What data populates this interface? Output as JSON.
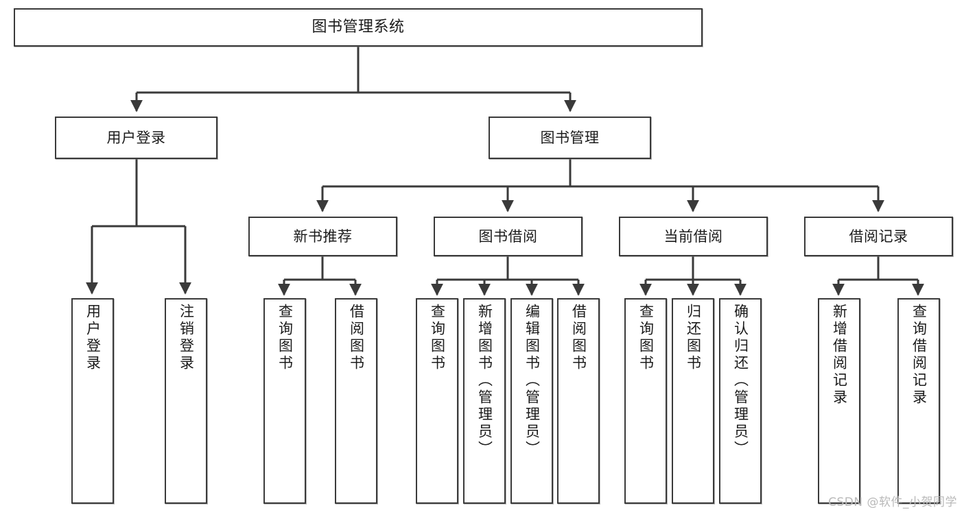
{
  "diagram": {
    "title": "图书管理系统",
    "watermark": "CSDN @软件_小贺同学",
    "line_color": "#3a3a3a",
    "box_fill": "#ffffff",
    "text_color": "#1b1b1b",
    "watermark_color": "#b9b9b9",
    "levels": {
      "root": {
        "label": "图书管理系统"
      },
      "level2": [
        {
          "label": "用户登录"
        },
        {
          "label": "图书管理"
        }
      ],
      "level3": [
        {
          "label": "新书推荐"
        },
        {
          "label": "图书借阅"
        },
        {
          "label": "当前借阅"
        },
        {
          "label": "借阅记录"
        }
      ],
      "leaves": {
        "user_login": [
          {
            "label": "用户登录"
          },
          {
            "label": "注销登录"
          }
        ],
        "new_book_recommend": [
          {
            "label": "查询图书"
          },
          {
            "label": "借阅图书"
          }
        ],
        "book_borrow": [
          {
            "label": "查询图书"
          },
          {
            "label": "新增图书（管理员）"
          },
          {
            "label": "编辑图书（管理员）"
          },
          {
            "label": "借阅图书"
          }
        ],
        "current_borrow": [
          {
            "label": "查询图书"
          },
          {
            "label": "归还图书"
          },
          {
            "label": "确认归还（管理员）"
          }
        ],
        "borrow_record": [
          {
            "label": "新增借阅记录"
          },
          {
            "label": "查询借阅记录"
          }
        ]
      }
    }
  }
}
